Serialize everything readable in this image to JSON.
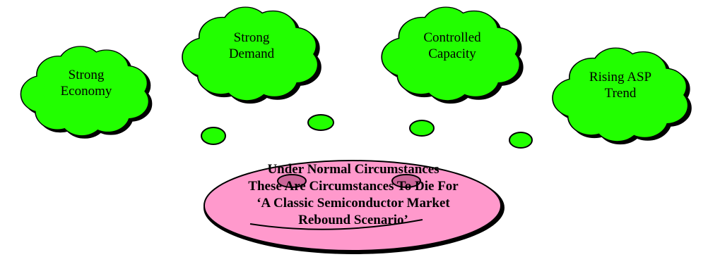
{
  "clouds": [
    {
      "line1": "Strong",
      "line2": "Economy"
    },
    {
      "line1": "Strong",
      "line2": "Demand"
    },
    {
      "line1": "Controlled",
      "line2": "Capacity"
    },
    {
      "line1": "Rising ASP",
      "line2": "Trend"
    }
  ],
  "face": {
    "line1": "Under Normal Circumstances",
    "line2": "These Are Circumstances To Die For",
    "line3": "‘A Classic Semiconductor Market",
    "line4": "Rebound Scenario’"
  },
  "colors": {
    "cloud_fill": "#22ff00",
    "face_fill": "#ff99cc",
    "eye_fill": "#cc6699",
    "outline": "#000000"
  }
}
